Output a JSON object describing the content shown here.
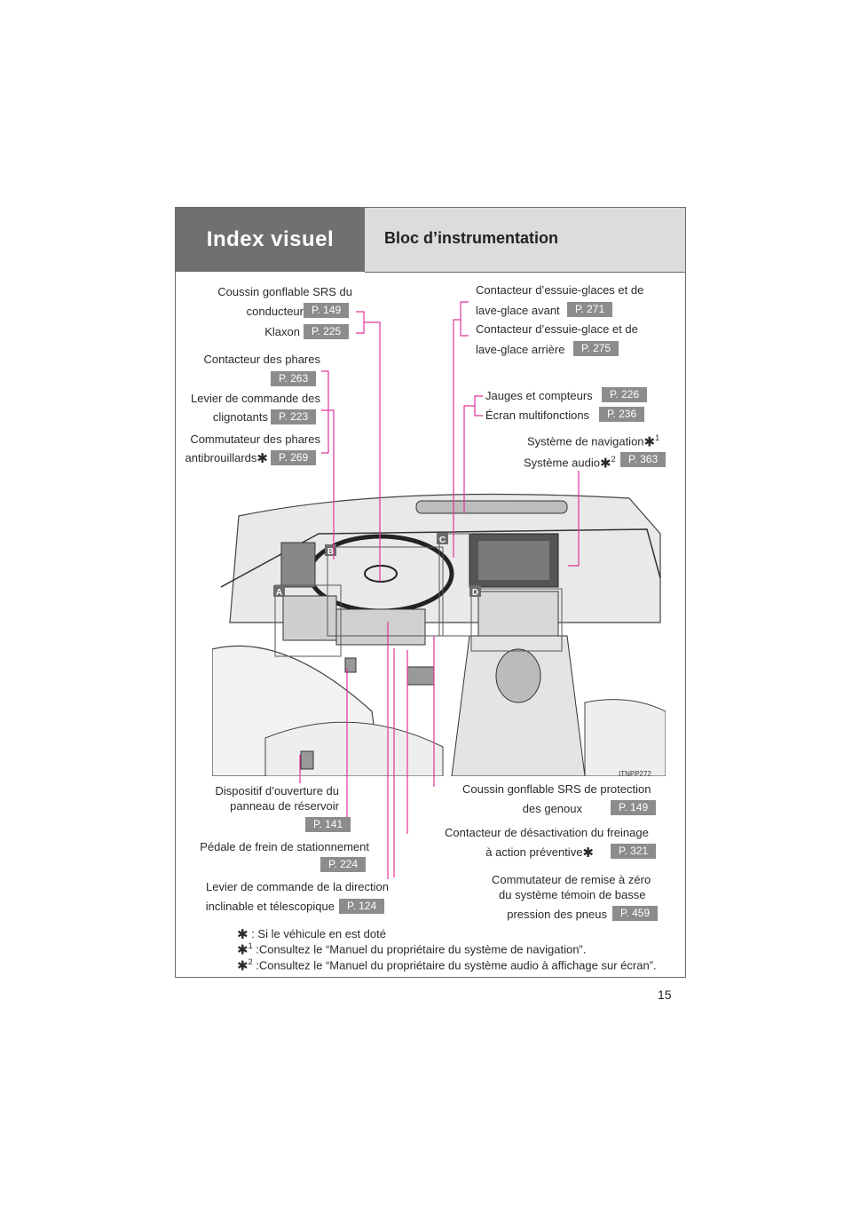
{
  "header": {
    "section": "Index visuel",
    "title": "Bloc d’instrumentation"
  },
  "left_labels": {
    "airbag_l1": "Coussin gonflable SRS du",
    "airbag_l2": "conducteur",
    "airbag_page": "P. 149",
    "horn": "Klaxon",
    "horn_page": "P. 225",
    "headlight": "Contacteur des phares",
    "headlight_page": "P. 263",
    "turn_l1": "Levier de commande des",
    "turn_l2": "clignotants",
    "turn_page": "P. 223",
    "fog_l1": "Commutateur des phares",
    "fog_l2": "antibrouillards",
    "fog_page": "P. 269"
  },
  "right_labels": {
    "wiper_front_l1": "Contacteur d’essuie-glaces et de",
    "wiper_front_l2": "lave-glace avant",
    "wiper_front_page": "P. 271",
    "wiper_rear_l1": "Contacteur d’essuie-glace et de",
    "wiper_rear_l2": "lave-glace arrière",
    "wiper_rear_page": "P. 275",
    "gauges": "Jauges et compteurs",
    "gauges_page": "P. 226",
    "display": "Écran multifonctions",
    "display_page": "P. 236",
    "nav": "Système de navigation",
    "nav_sup": "1",
    "audio": "Système audio",
    "audio_sup": "2",
    "audio_page": "P. 363"
  },
  "bottom_left": {
    "fuel_l1": "Dispositif d’ouverture du",
    "fuel_l2": "panneau de réservoir",
    "fuel_page": "P. 141",
    "parking": "Pédale de frein de stationnement",
    "parking_page": "P. 224",
    "tilt_l1": "Levier de commande de la direction",
    "tilt_l2": "inclinable et télescopique",
    "tilt_page": "P. 124"
  },
  "bottom_right": {
    "knee_l1": "Coussin gonflable SRS de protection",
    "knee_l2": "des genoux",
    "knee_page": "P. 149",
    "pcs_l1": "Contacteur de désactivation du freinage",
    "pcs_l2": "à action préventive",
    "pcs_page": "P. 321",
    "tpms_l1": "Commutateur de remise à zéro",
    "tpms_l2": "du système témoin de basse",
    "tpms_l3": "pression des pneus",
    "tpms_page": "P. 459"
  },
  "figure": {
    "code": "ITNPP272",
    "markers": [
      "A",
      "B",
      "C",
      "D"
    ]
  },
  "footnotes": {
    "asterisk": ": Si le véhicule en est doté",
    "note1_sup": "1",
    "note1": ":Consultez le “Manuel du propriétaire du système de navigation”.",
    "note2_sup": "2",
    "note2": ":Consultez le “Manuel du propriétaire du système audio à affichage sur écran”."
  },
  "page_number": "15",
  "colors": {
    "leader": "#e0339c",
    "badge": "#8c8c8c",
    "header_dark": "#707070",
    "header_light": "#dcdcdc"
  }
}
